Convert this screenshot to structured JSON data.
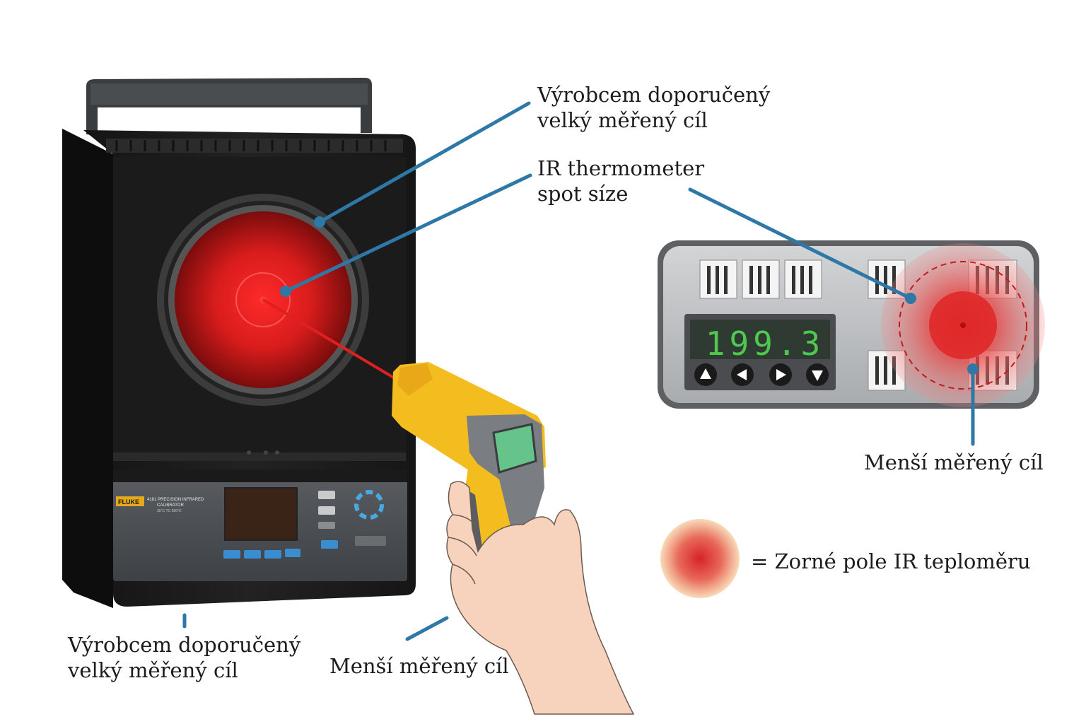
{
  "labels": {
    "large_target_top": {
      "line1": "Výrobcem doporučený",
      "line2": "velký měřený cíl"
    },
    "spot_size": {
      "line1": "IR thermometer",
      "line2": "spot síze"
    },
    "smaller_target_right": "Menší měřený cíl",
    "legend": "= Zorné pole IR teploměru",
    "large_target_bottom": {
      "line1": "Výrobcem doporučený",
      "line2": "velký měřený cíl"
    },
    "smaller_target_bottom": "Menší měřený cíl"
  },
  "controller": {
    "display_value": "199.3",
    "buttons": [
      "up-arrow",
      "left-arrow",
      "right-arrow",
      "down-arrow"
    ]
  },
  "calibrator": {
    "brand_badge": "FLUKE",
    "panel_text_line1": "4181 PRECISION INFRARED",
    "panel_text_line2": "CALIBRATOR",
    "panel_text_line3": "35°C TO 500°C"
  },
  "colors": {
    "leader_line": "#2e78a8",
    "target_red": "#d42020",
    "thermometer_yellow": "#f5c22a",
    "thermometer_grey": "#7b7e82",
    "display_green": "#4fc84f"
  }
}
